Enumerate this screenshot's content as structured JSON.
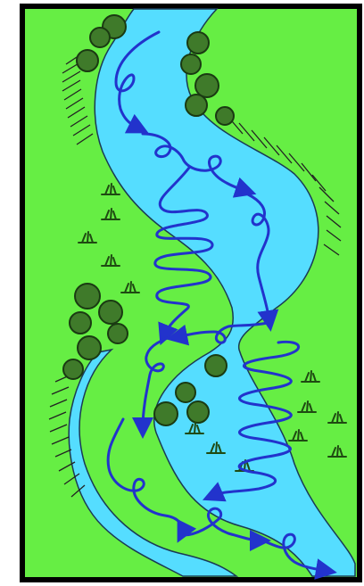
{
  "diagram": {
    "subject": "meandering-river-flow",
    "colors": {
      "frame": "#000000",
      "land": "#66ee44",
      "river": "#55ddff",
      "flow_arrows": "#2233cc",
      "bank_hatching": "#222222",
      "bushes": "#3f7a2a",
      "bush_outline": "#1a3a12",
      "grass_tufts": "#1f4a12"
    },
    "elements": {
      "river": "river-channel",
      "flow": "helical-flow-arrows",
      "banks": "eroding-outer-banks",
      "vegetation": "riverbank-bushes",
      "grass": "grass-tufts"
    }
  }
}
